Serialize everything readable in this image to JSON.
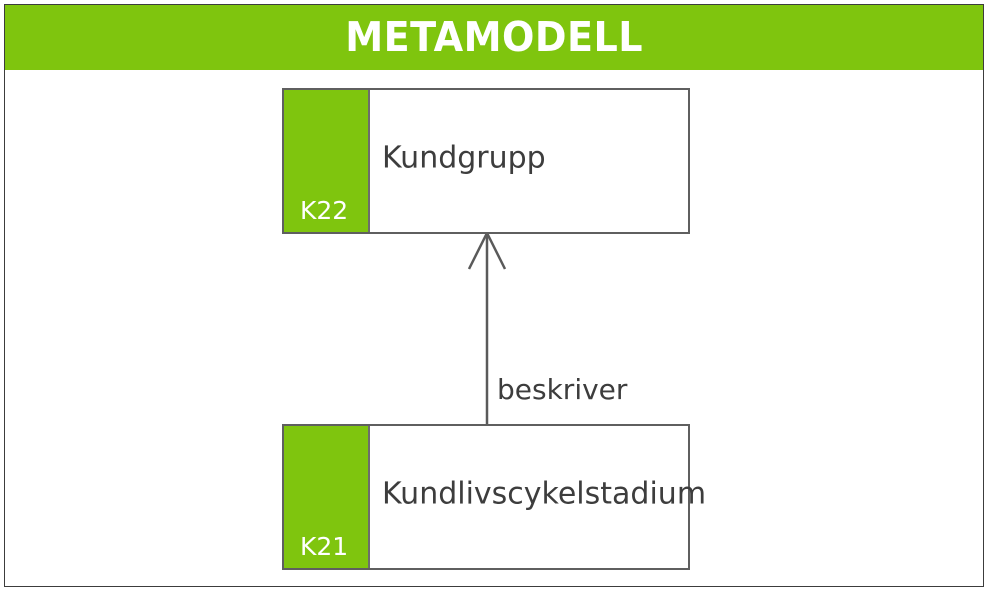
{
  "header": {
    "title": "METAMODELL",
    "background_color": "#7fc50e",
    "text_color": "#ffffff"
  },
  "diagram": {
    "type": "entity-relationship",
    "entities": [
      {
        "id": "K22",
        "code": "K22",
        "name": "Kundgrupp",
        "position": "top"
      },
      {
        "id": "K21",
        "code": "K21",
        "name": "Kundlivscykelstadium",
        "position": "bottom"
      }
    ],
    "relationships": [
      {
        "label": "beskriver",
        "from": "K21",
        "to": "K22",
        "arrow": "open-arrowhead-up"
      }
    ],
    "colors": {
      "accent_green": "#7fc50e",
      "box_border": "#5f5f5f",
      "text": "#3d3d3d",
      "frame": "#3c3c3c",
      "connector": "#5a5a5a"
    }
  }
}
